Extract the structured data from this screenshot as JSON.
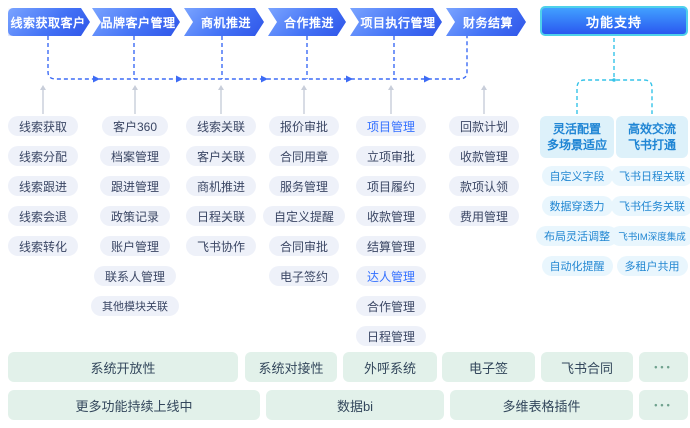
{
  "stages": [
    "线索获取客户",
    "品牌客户管理",
    "商机推进",
    "合作推进",
    "项目执行管理",
    "财务结算"
  ],
  "support": {
    "title": "功能支持",
    "groups": [
      {
        "line1": "灵活配置",
        "line2": "多场景适应",
        "items": [
          "自定义字段",
          "数据穿透力",
          "布局灵活调整",
          "自动化提醒"
        ]
      },
      {
        "line1": "高效交流",
        "line2": "飞书打通",
        "items": [
          "飞书日程关联",
          "飞书任务关联",
          "飞书IM深度集成",
          "多租户共用"
        ]
      }
    ]
  },
  "columns": [
    {
      "items": [
        "线索获取",
        "线索分配",
        "线索跟进",
        "线索会退",
        "线索转化"
      ]
    },
    {
      "items": [
        "客户360",
        "档案管理",
        "跟进管理",
        "政策记录",
        "账户管理",
        "联系人管理",
        "其他模块关联"
      ]
    },
    {
      "items": [
        "线索关联",
        "客户关联",
        "商机推进",
        "日程关联",
        "飞书协作"
      ]
    },
    {
      "items": [
        "报价审批",
        "合同用章",
        "服务管理",
        "自定义提醒",
        "合同审批",
        "电子签约"
      ]
    },
    {
      "items": [
        "项目管理",
        "立项审批",
        "项目履约",
        "收款管理",
        "结算管理",
        "达人管理",
        "合作管理",
        "日程管理"
      ]
    },
    {
      "items": [
        "回款计划",
        "收款管理",
        "款项认领",
        "费用管理"
      ]
    }
  ],
  "bottom": {
    "row1": [
      "系统开放性",
      "系统对接性",
      "外呼系统",
      "电子签",
      "飞书合同"
    ],
    "row2": [
      "更多功能持续上线中",
      "数据bi",
      "多维表格插件"
    ],
    "more": "•••"
  },
  "colors": {
    "stage_blue": "#3e6bf4",
    "support_border": "#4fd1ea",
    "connector_blue": "#3d6bf5",
    "connector_cyan": "#35c3e8",
    "connector_gray": "#c8ceda",
    "pill_bg": "#eef1f9",
    "pill_highlight_text": "#3370ff",
    "support_box_bg": "#ddf1fa",
    "support_text": "#2287d2",
    "bottom_bg": "#e2f1ea",
    "dots_green": "#6fa28e"
  }
}
